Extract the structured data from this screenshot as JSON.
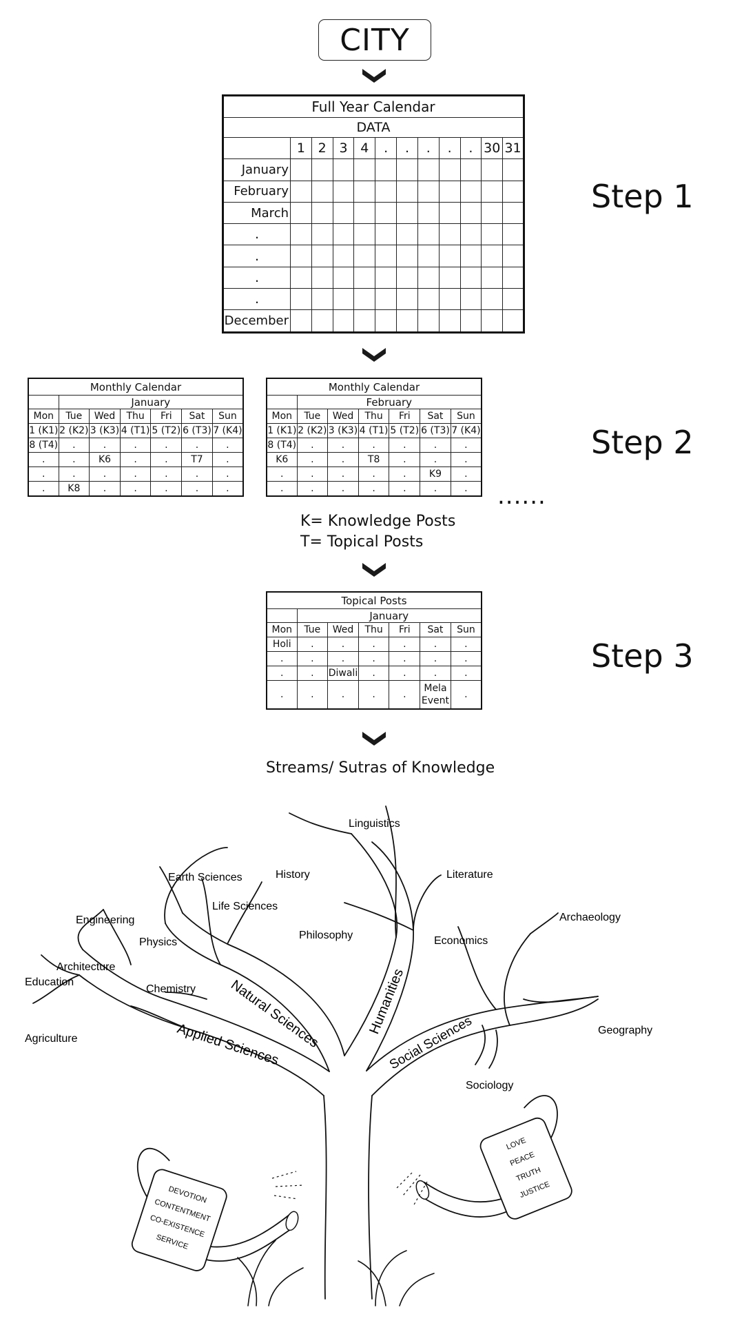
{
  "city": "CITY",
  "steps": [
    "Step 1",
    "Step 2",
    "Step 3"
  ],
  "full_year": {
    "title": "Full Year Calendar",
    "subtitle": "DATA",
    "days": [
      "1",
      "2",
      "3",
      "4",
      ".",
      ".",
      ".",
      ".",
      ".",
      "30",
      "31"
    ],
    "months": [
      "January",
      "February",
      "March",
      ".",
      ".",
      ".",
      ".",
      "December"
    ]
  },
  "monthly_calendars": [
    {
      "title": "Monthly Calendar",
      "month": "January",
      "weekdays": [
        "Mon",
        "Tue",
        "Wed",
        "Thu",
        "Fri",
        "Sat",
        "Sun"
      ],
      "rows": [
        [
          "1 (K1)",
          "2 (K2)",
          "3 (K3)",
          "4 (T1)",
          "5 (T2)",
          "6 (T3)",
          "7 (K4)"
        ],
        [
          "8 (T4)",
          ".",
          ".",
          ".",
          ".",
          ".",
          "."
        ],
        [
          ".",
          ".",
          "K6",
          ".",
          ".",
          "T7",
          "."
        ],
        [
          ".",
          ".",
          ".",
          ".",
          ".",
          ".",
          "."
        ],
        [
          ".",
          "K8",
          ".",
          ".",
          ".",
          ".",
          "."
        ]
      ]
    },
    {
      "title": "Monthly Calendar",
      "month": "February",
      "weekdays": [
        "Mon",
        "Tue",
        "Wed",
        "Thu",
        "Fri",
        "Sat",
        "Sun"
      ],
      "rows": [
        [
          "1 (K1)",
          "2 (K2)",
          "3 (K3)",
          "4 (T1)",
          "5 (T2)",
          "6 (T3)",
          "7 (K4)"
        ],
        [
          "8 (T4)",
          ".",
          ".",
          ".",
          ".",
          ".",
          "."
        ],
        [
          "K6",
          ".",
          ".",
          "T8",
          ".",
          ".",
          "."
        ],
        [
          ".",
          ".",
          ".",
          ".",
          ".",
          "K9",
          "."
        ],
        [
          ".",
          ".",
          ".",
          ".",
          ".",
          ".",
          "."
        ]
      ]
    }
  ],
  "ellipsis": "......",
  "legend": [
    "K= Knowledge Posts",
    "T= Topical Posts"
  ],
  "topical": {
    "title": "Topical Posts",
    "month": "January",
    "weekdays": [
      "Mon",
      "Tue",
      "Wed",
      "Thu",
      "Fri",
      "Sat",
      "Sun"
    ],
    "rows": [
      [
        "Holi",
        ".",
        ".",
        ".",
        ".",
        ".",
        "."
      ],
      [
        ".",
        ".",
        ".",
        ".",
        ".",
        ".",
        "."
      ],
      [
        ".",
        ".",
        "Diwali",
        ".",
        ".",
        ".",
        "."
      ],
      [
        ".",
        ".",
        ".",
        ".",
        ".",
        "Mela Event",
        "."
      ]
    ]
  },
  "streams_title": "Streams/ Sutras of Knowledge",
  "tree": {
    "branches": [
      "Natural Sciences",
      "Applied Sciences",
      "Humanities",
      "Social Sciences"
    ],
    "leaves": {
      "linguistics": "Linguistics",
      "history": "History",
      "literature": "Literature",
      "earth_sciences": "Earth Sciences",
      "life_sciences": "Life Sciences",
      "engineering": "Engineering",
      "physics": "Physics",
      "philosophy": "Philosophy",
      "economics": "Economics",
      "archaeology": "Archaeology",
      "architecture": "Architecture",
      "education": "Education",
      "chemistry": "Chemistry",
      "agriculture": "Agriculture",
      "geography": "Geography",
      "sociology": "Sociology"
    },
    "can_left_words": [
      "DEVOTION",
      "CONTENTMENT",
      "CO-EXISTENCE",
      "SERVICE"
    ],
    "can_right_words": [
      "LOVE",
      "PEACE",
      "TRUTH",
      "JUSTICE"
    ]
  }
}
